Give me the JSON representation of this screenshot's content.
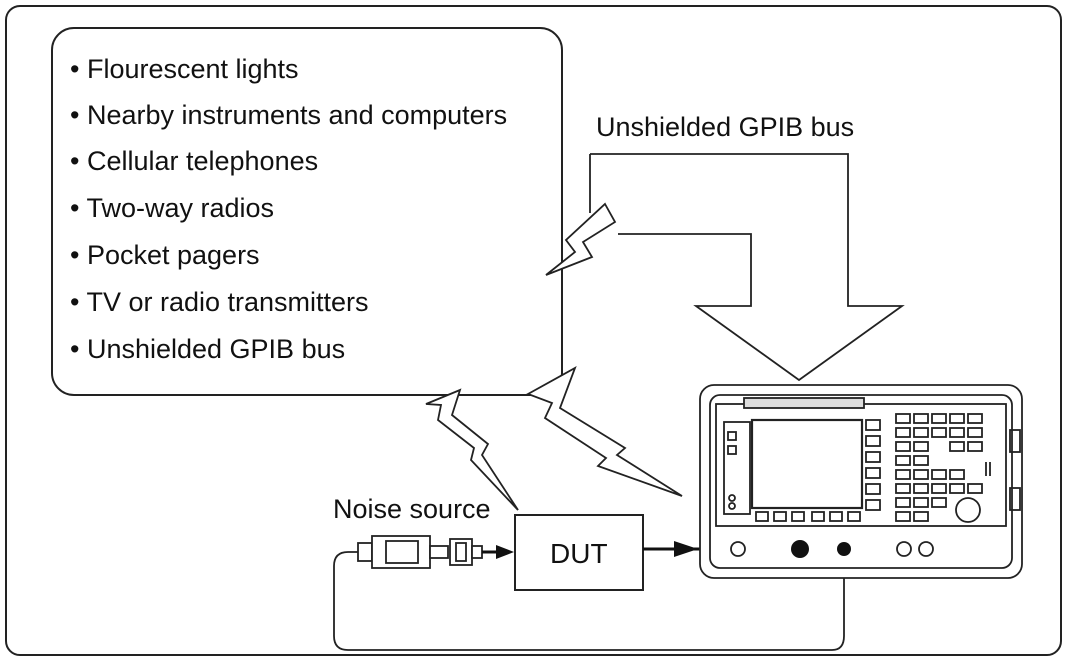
{
  "interference_sources": {
    "items": [
      "• Flourescent lights",
      "• Nearby instruments and computers",
      "• Cellular telephones",
      "• Two-way radios",
      "• Pocket pagers",
      "• TV or radio transmitters",
      "• Unshielded GPIB bus"
    ]
  },
  "labels": {
    "gpib_bus": "Unshielded GPIB bus",
    "noise_source": "Noise source",
    "dut": "DUT"
  }
}
